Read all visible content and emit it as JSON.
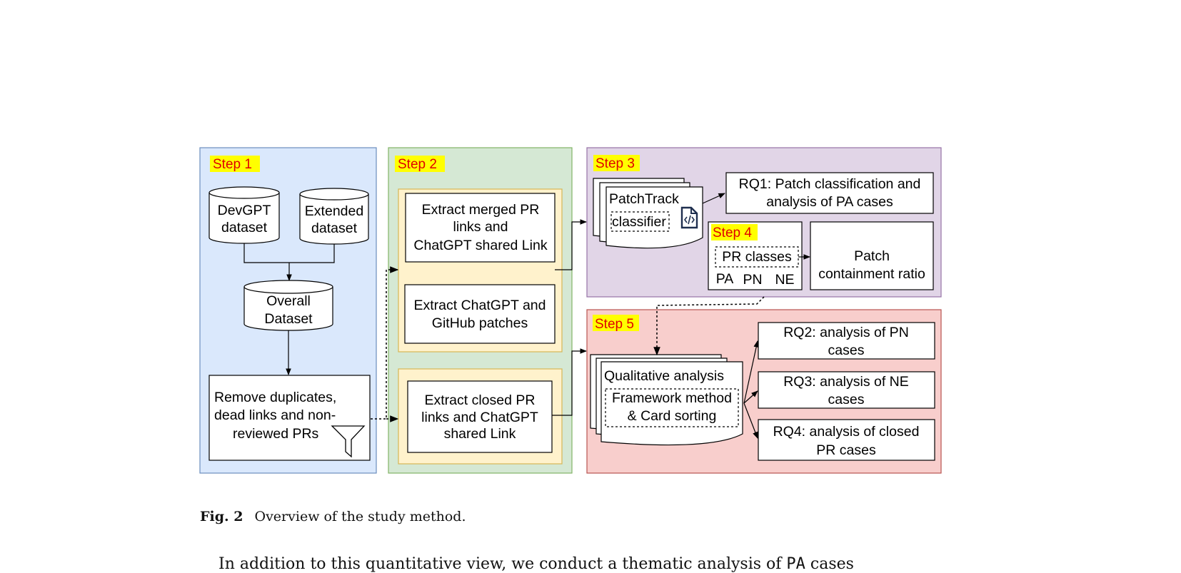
{
  "diagram": {
    "step1": {
      "label": "Step 1",
      "devgpt": [
        "DevGPT",
        "dataset"
      ],
      "extended": [
        "Extended",
        "dataset"
      ],
      "overall": [
        "Overall",
        "Dataset"
      ],
      "remove": [
        "Remove duplicates,",
        "dead links and non-",
        "reviewed PRs"
      ],
      "filter_icon": "funnel-icon"
    },
    "step2": {
      "label": "Step 2",
      "merged": [
        "Extract merged PR",
        "links and",
        "ChatGPT shared Link"
      ],
      "patches": [
        "Extract ChatGPT  and",
        "GitHub patches"
      ],
      "closed": [
        "Extract closed PR",
        "links and ChatGPT",
        "shared Link"
      ]
    },
    "step3": {
      "label": "Step 3",
      "patchtrack": "PatchTrack",
      "classifier": "classifier",
      "code_icon": "code-file-icon",
      "rq1": [
        "RQ1: Patch classification and",
        "analysis of PA cases"
      ]
    },
    "step4": {
      "label": "Step 4",
      "pr_classes": "PR classes",
      "classes": [
        "PA",
        "PN",
        "NE"
      ],
      "containment": [
        "Patch",
        "containment ratio"
      ]
    },
    "step5": {
      "label": "Step 5",
      "qualitative": "Qualitative analysis",
      "framework": [
        "Framework method",
        "& Card sorting"
      ],
      "rq2": [
        "RQ2:  analysis of PN",
        "cases"
      ],
      "rq3": [
        "RQ3: analysis of NE",
        "cases"
      ],
      "rq4": [
        "RQ4: analysis of closed",
        "PR cases"
      ]
    },
    "colors": {
      "step1_bg": "#dae8fc",
      "step1_border": "#6c8ebf",
      "step2_bg": "#d5e8d4",
      "step2_border": "#82b366",
      "inner_bg": "#fff2cc",
      "inner_border": "#d6b656",
      "step3_bg": "#e1d5e7",
      "step3_border": "#9673a6",
      "step5_bg": "#f8cecc",
      "step5_border": "#b85450",
      "step_label_bg": "#ffff00",
      "step_label_text": "#e00000"
    }
  },
  "caption": {
    "label": "Fig. 2",
    "text": "Overview of the study method."
  },
  "body_text": {
    "before": "In addition to this quantitative view, we conduct a thematic analysis of ",
    "code": "PA",
    "after": " cases"
  }
}
